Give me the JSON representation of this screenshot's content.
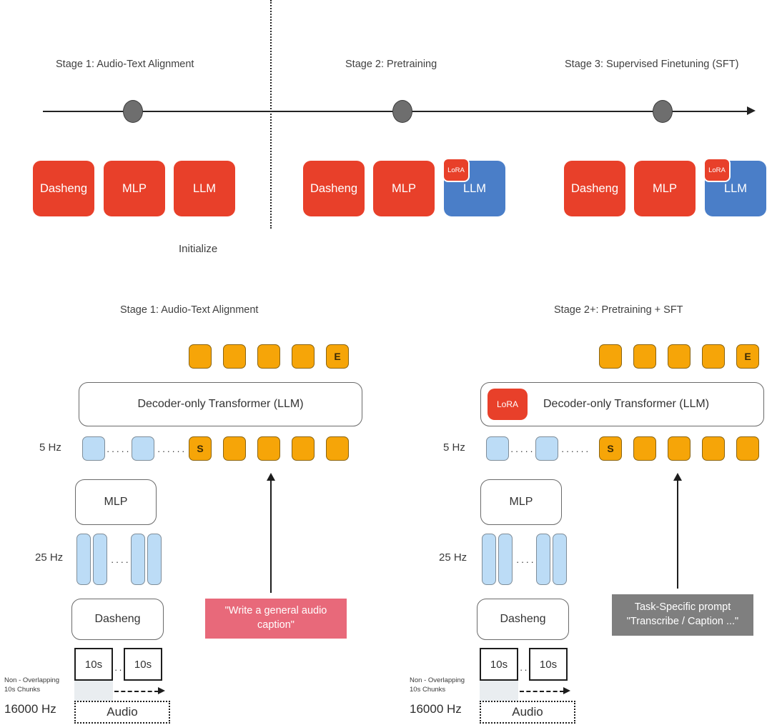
{
  "timeline": {
    "stages": [
      {
        "label": "Stage 1: Audio-Text Alignment"
      },
      {
        "label": "Stage 2: Pretraining"
      },
      {
        "label": "Stage 3: Supervised Finetuning (SFT)"
      }
    ],
    "initialize_label": "Initialize",
    "lora_badge": "LoRA",
    "modules": {
      "stage1": [
        {
          "label": "Dasheng",
          "color": "red"
        },
        {
          "label": "MLP",
          "color": "red"
        },
        {
          "label": "LLM",
          "color": "red"
        }
      ],
      "stage2": [
        {
          "label": "Dasheng",
          "color": "red"
        },
        {
          "label": "MLP",
          "color": "red"
        },
        {
          "label": "LLM",
          "color": "blue"
        }
      ],
      "stage3": [
        {
          "label": "Dasheng",
          "color": "red"
        },
        {
          "label": "MLP",
          "color": "red"
        },
        {
          "label": "LLM",
          "color": "blue"
        }
      ]
    },
    "colors": {
      "red": "#E8402A",
      "blue": "#4A7EC8",
      "dot": "#6E6E6E"
    }
  },
  "pipelines": {
    "left": {
      "title": "Stage 1: Audio-Text Alignment",
      "output_tokens": [
        "",
        "",
        "",
        "",
        "E"
      ],
      "transformer_label": "Decoder-only Transformer (LLM)",
      "has_lora": false,
      "rate_5hz": "5 Hz",
      "rate_25hz": "25 Hz",
      "input_row": {
        "audio_tokens": 2,
        "text_tokens": [
          "S",
          "",
          "",
          "",
          ""
        ]
      },
      "mlp_label": "MLP",
      "encoder_label": "Dasheng",
      "chunks": [
        "10s",
        "10s"
      ],
      "chunk_note": "Non - Overlapping\n10s Chunks",
      "chunk_note_line1": "Non - Overlapping",
      "chunk_note_line2": "10s Chunks",
      "sample_rate": "16000 Hz",
      "audio_label": "Audio",
      "prompt": {
        "text_line1": "\"Write a general audio",
        "text_line2": "caption\"",
        "style": "pink",
        "color": "#E8697A"
      }
    },
    "right": {
      "title": "Stage 2+: Pretraining + SFT",
      "output_tokens": [
        "",
        "",
        "",
        "",
        "E"
      ],
      "transformer_label": "Decoder-only Transformer (LLM)",
      "has_lora": true,
      "lora_label": "LoRA",
      "rate_5hz": "5 Hz",
      "rate_25hz": "25 Hz",
      "input_row": {
        "audio_tokens": 2,
        "text_tokens": [
          "S",
          "",
          "",
          "",
          ""
        ]
      },
      "mlp_label": "MLP",
      "encoder_label": "Dasheng",
      "chunks": [
        "10s",
        "10s"
      ],
      "chunk_note_line1": "Non - Overlapping",
      "chunk_note_line2": "10s Chunks",
      "sample_rate": "16000 Hz",
      "audio_label": "Audio",
      "prompt": {
        "text_line1": "Task-Specific prompt",
        "text_line2": "\"Transcribe / Caption ...\"",
        "style": "gray",
        "color": "#7F7F7F"
      }
    }
  },
  "ellipsis": "······",
  "ellipsis_short": "····"
}
